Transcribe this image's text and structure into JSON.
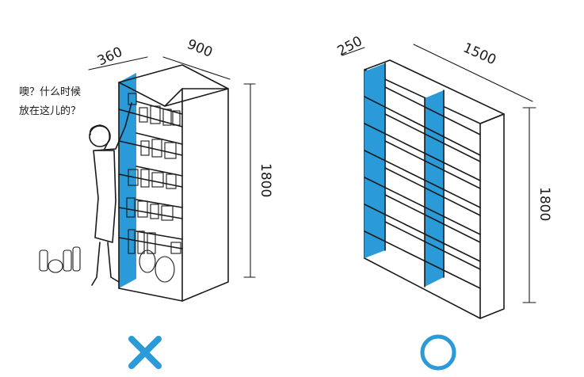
{
  "left_panel": {
    "depth_label": "360",
    "width_label": "900",
    "height_label": "1800",
    "speech": [
      "噢？什么时候",
      "放在这儿的？"
    ],
    "verdict_symbol": "✕"
  },
  "right_panel": {
    "depth_label": "250",
    "width_label": "1500",
    "height_label": "1800",
    "verdict_symbol": "○"
  },
  "colors": {
    "accent": "#2a9ad8",
    "ink": "#1a1a1a",
    "background": "#ffffff"
  },
  "icons": [
    "cross-icon",
    "circle-icon"
  ]
}
